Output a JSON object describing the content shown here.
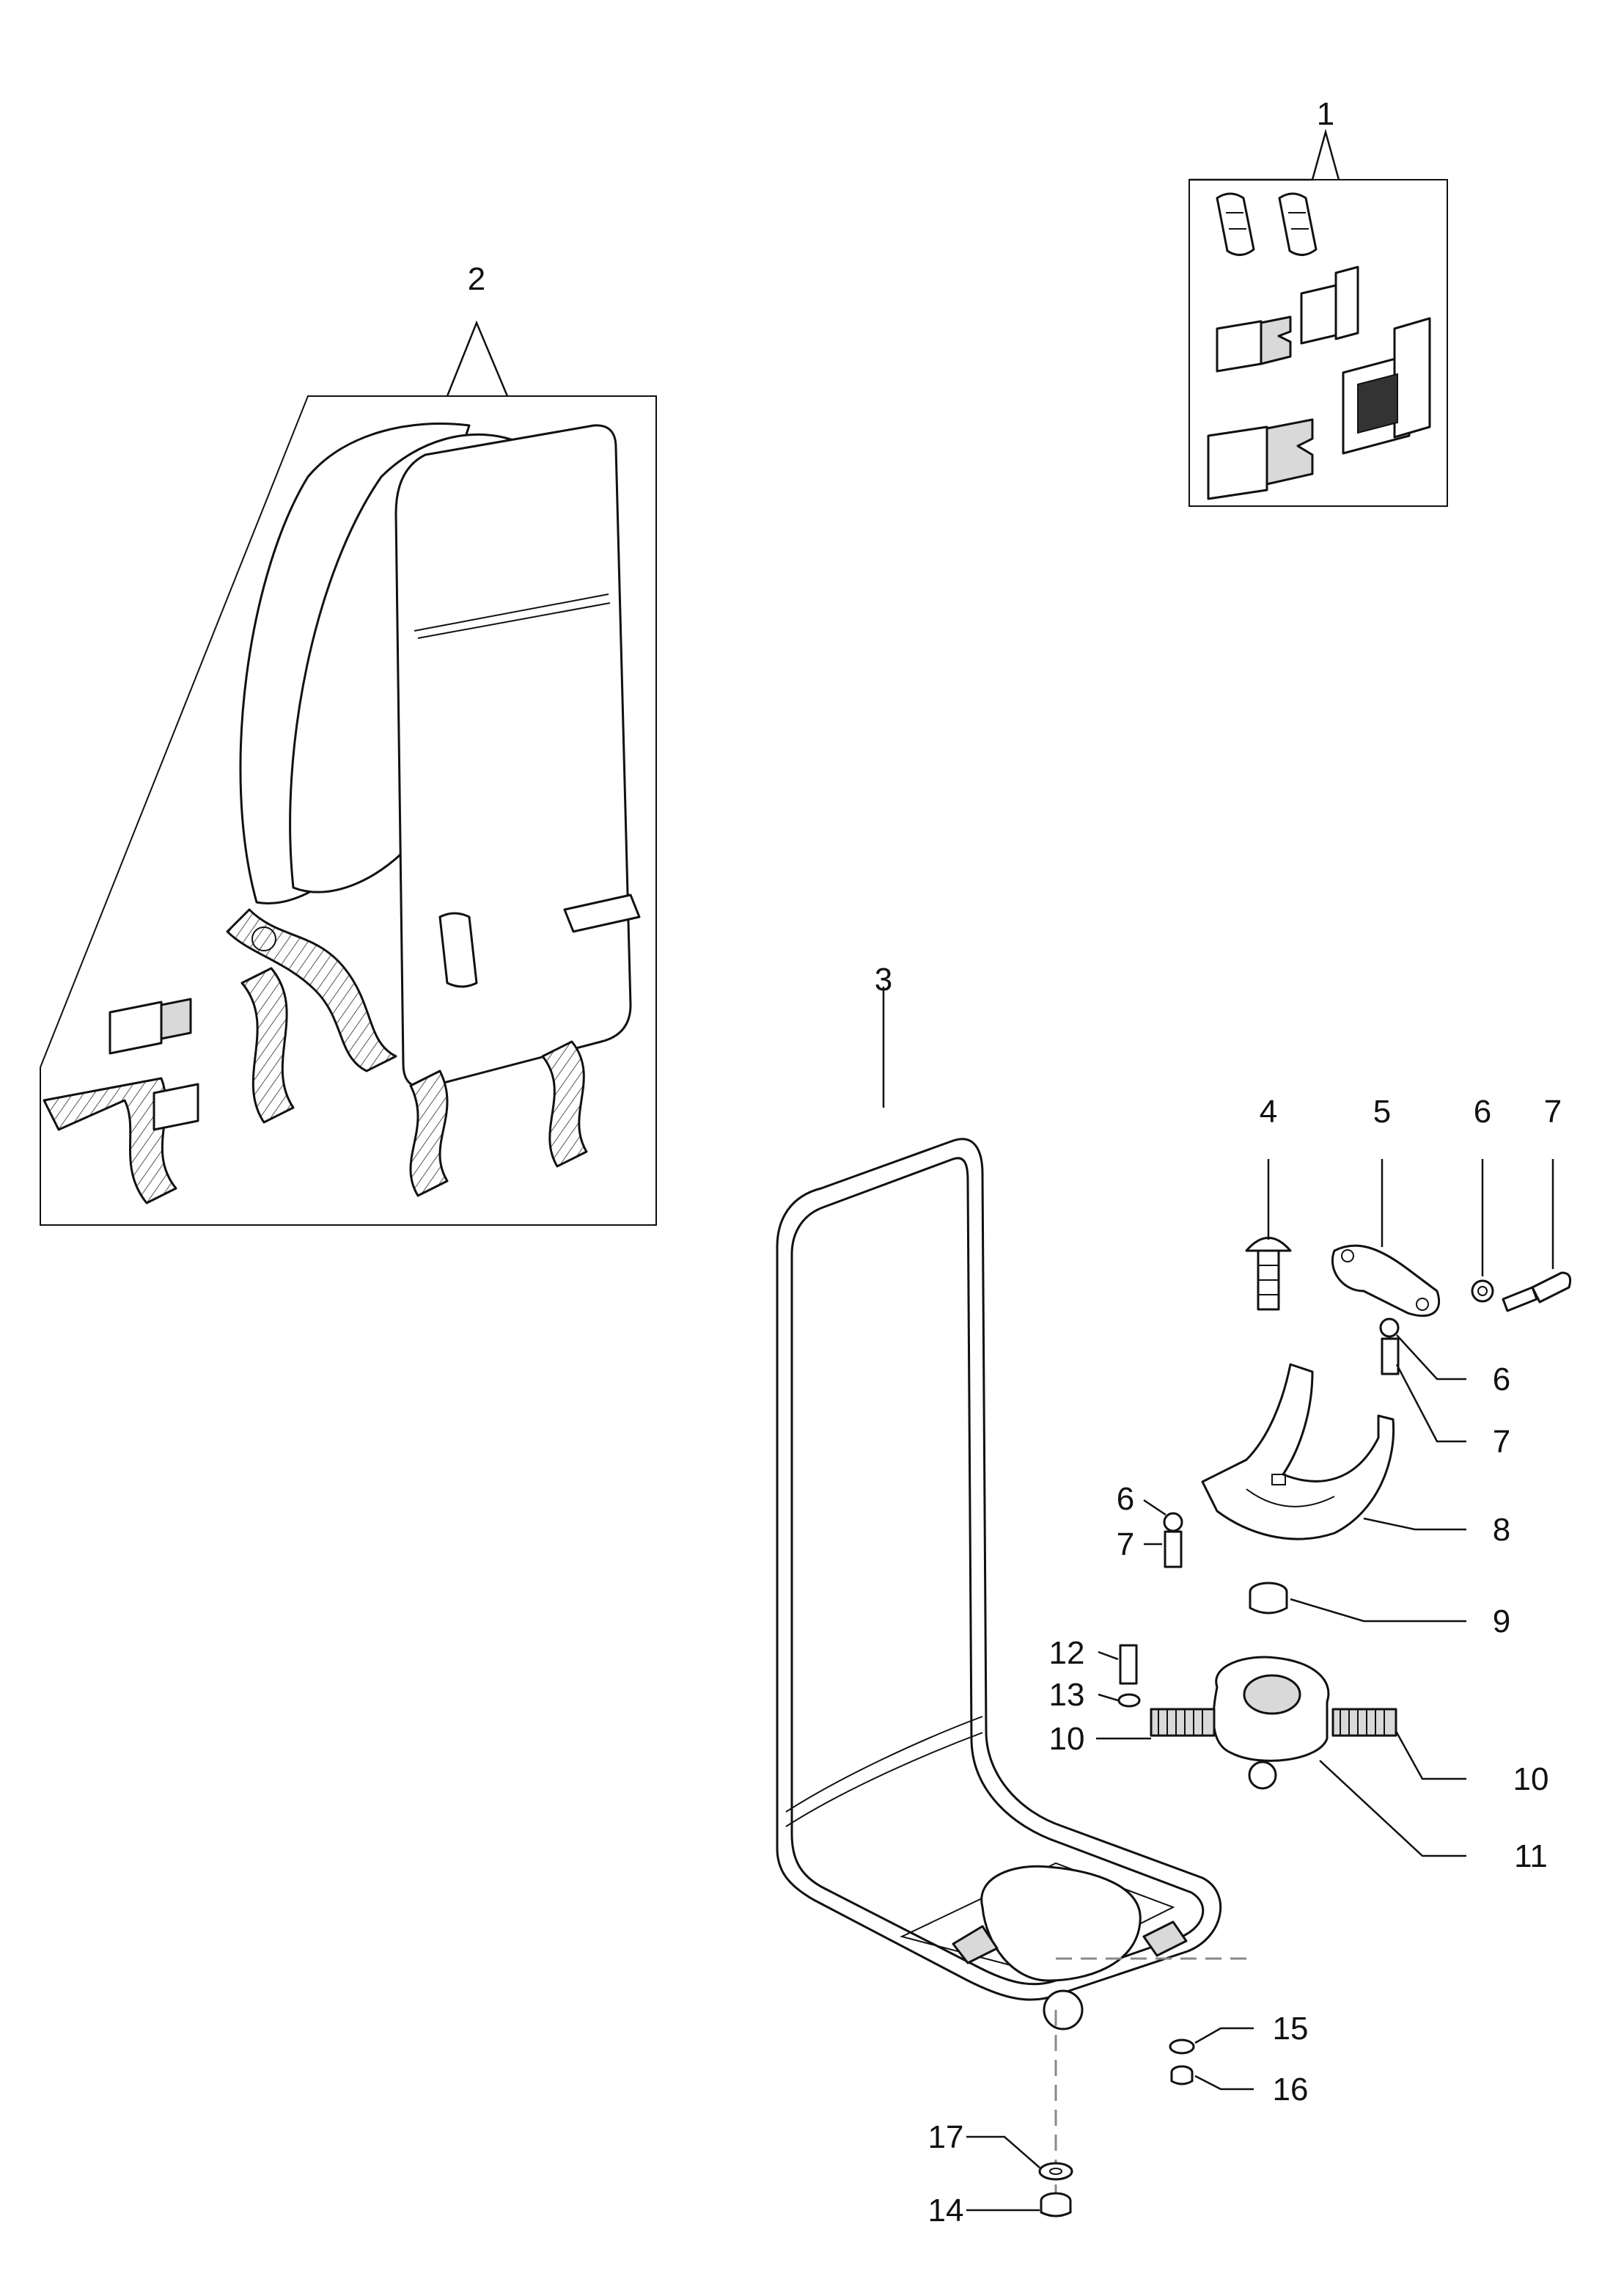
{
  "diagram": {
    "callouts": [
      {
        "id": "1",
        "label": "1"
      },
      {
        "id": "2",
        "label": "2"
      },
      {
        "id": "3",
        "label": "3"
      },
      {
        "id": "4",
        "label": "4"
      },
      {
        "id": "5",
        "label": "5"
      },
      {
        "id": "6a",
        "label": "6"
      },
      {
        "id": "7a",
        "label": "7"
      },
      {
        "id": "6b",
        "label": "6"
      },
      {
        "id": "7b",
        "label": "7"
      },
      {
        "id": "8",
        "label": "8"
      },
      {
        "id": "6c",
        "label": "6"
      },
      {
        "id": "7c",
        "label": "7"
      },
      {
        "id": "9",
        "label": "9"
      },
      {
        "id": "12",
        "label": "12"
      },
      {
        "id": "13",
        "label": "13"
      },
      {
        "id": "10a",
        "label": "10"
      },
      {
        "id": "10b",
        "label": "10"
      },
      {
        "id": "11",
        "label": "11"
      },
      {
        "id": "15",
        "label": "15"
      },
      {
        "id": "16",
        "label": "16"
      },
      {
        "id": "17",
        "label": "17"
      },
      {
        "id": "14",
        "label": "14"
      }
    ]
  }
}
